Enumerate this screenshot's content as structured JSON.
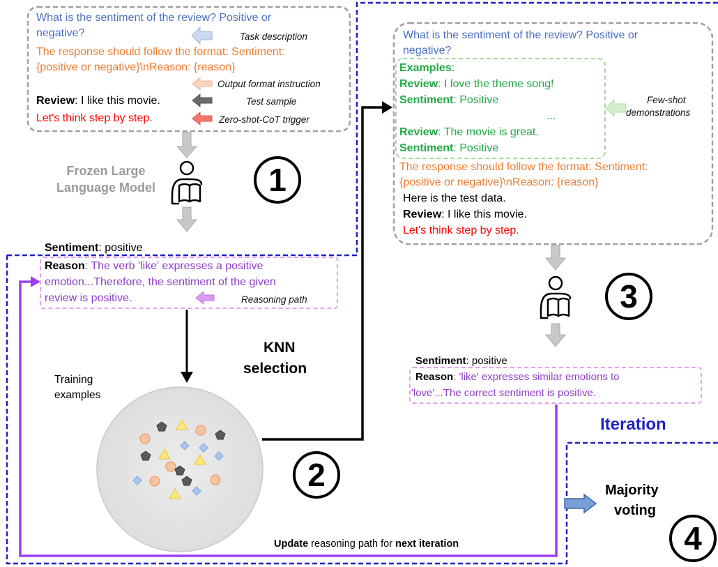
{
  "prompt1": {
    "question_line1": "What is the sentiment of the review? Positive or",
    "question_line2": "negative?",
    "format_line1": "The response should follow the format: Sentiment:",
    "format_line2": "{positive or negative}\\nReason: {reason}",
    "review_label": "Review",
    "review_text": ": I like this movie.",
    "cot_trigger": "Let's think step by step.",
    "label_task": "Task description",
    "label_format": "Output format instruction",
    "label_test": "Test sample",
    "label_cot": "Zero-shot-CoT trigger"
  },
  "llm": {
    "line1": "Frozen Large",
    "line2": "Language Model"
  },
  "output1": {
    "sentiment_label": "Sentiment",
    "sentiment_value": ": positive",
    "reason_label": "Reason",
    "reason_line1": ": The verb 'like' expresses a positive",
    "reason_line2": "emotion...Therefore, the sentiment of the given",
    "reason_line3": "review is positive.",
    "label_reasoning": "Reasoning path"
  },
  "knn": {
    "line1": "KNN",
    "line2": "selection",
    "training_line1": "Training",
    "training_line2": "examples"
  },
  "prompt3": {
    "question_line1": "What is the sentiment of the review? Positive or",
    "question_line2": "negative?",
    "examples_label": "Examples",
    "examples_colon": ":",
    "ex1_review_label": "Review",
    "ex1_review_text": ": I love the theme song!",
    "ex1_sent_label": "Sentiment",
    "ex1_sent_text": ": Positive",
    "ellipsis": "...",
    "ex2_review_label": "Review",
    "ex2_review_text": ": The movie is great.",
    "ex2_sent_label": "Sentiment",
    "ex2_sent_text": ": Positive",
    "label_fewshot1": "Few-shot",
    "label_fewshot2": "demonstrations",
    "format_line1": "The response should follow the format: Sentiment:",
    "format_line2": "{positive or negative}\\nReason: {reason}",
    "test_intro": "Here is the test data.",
    "review_label": "Review",
    "review_text": ": I like this movie.",
    "cot_trigger": "Let's think step by step."
  },
  "output3": {
    "sentiment_label": "Sentiment",
    "sentiment_value": ": positive",
    "reason_label": "Reason",
    "reason_line1": ": 'like' expresses similar emotions to",
    "reason_line2": "'love'...The correct sentiment is positive."
  },
  "iteration_label": "Iteration",
  "voting": {
    "line1": "Majority",
    "line2": "voting"
  },
  "update": {
    "bold1": "Update",
    "mid": " reasoning path for ",
    "bold2": "next iteration"
  },
  "steps": {
    "one": "1",
    "two": "2",
    "three": "3",
    "four": "4"
  },
  "colors": {
    "task_blue": "#4a6fc0",
    "format_orange": "#ee7d31",
    "cot_red": "#ff0000",
    "example_green": "#22a845",
    "reason_purple": "#8e3fc8",
    "region_border_blue": "#1f1fc8",
    "feedback_purple": "#9b3ff0"
  }
}
